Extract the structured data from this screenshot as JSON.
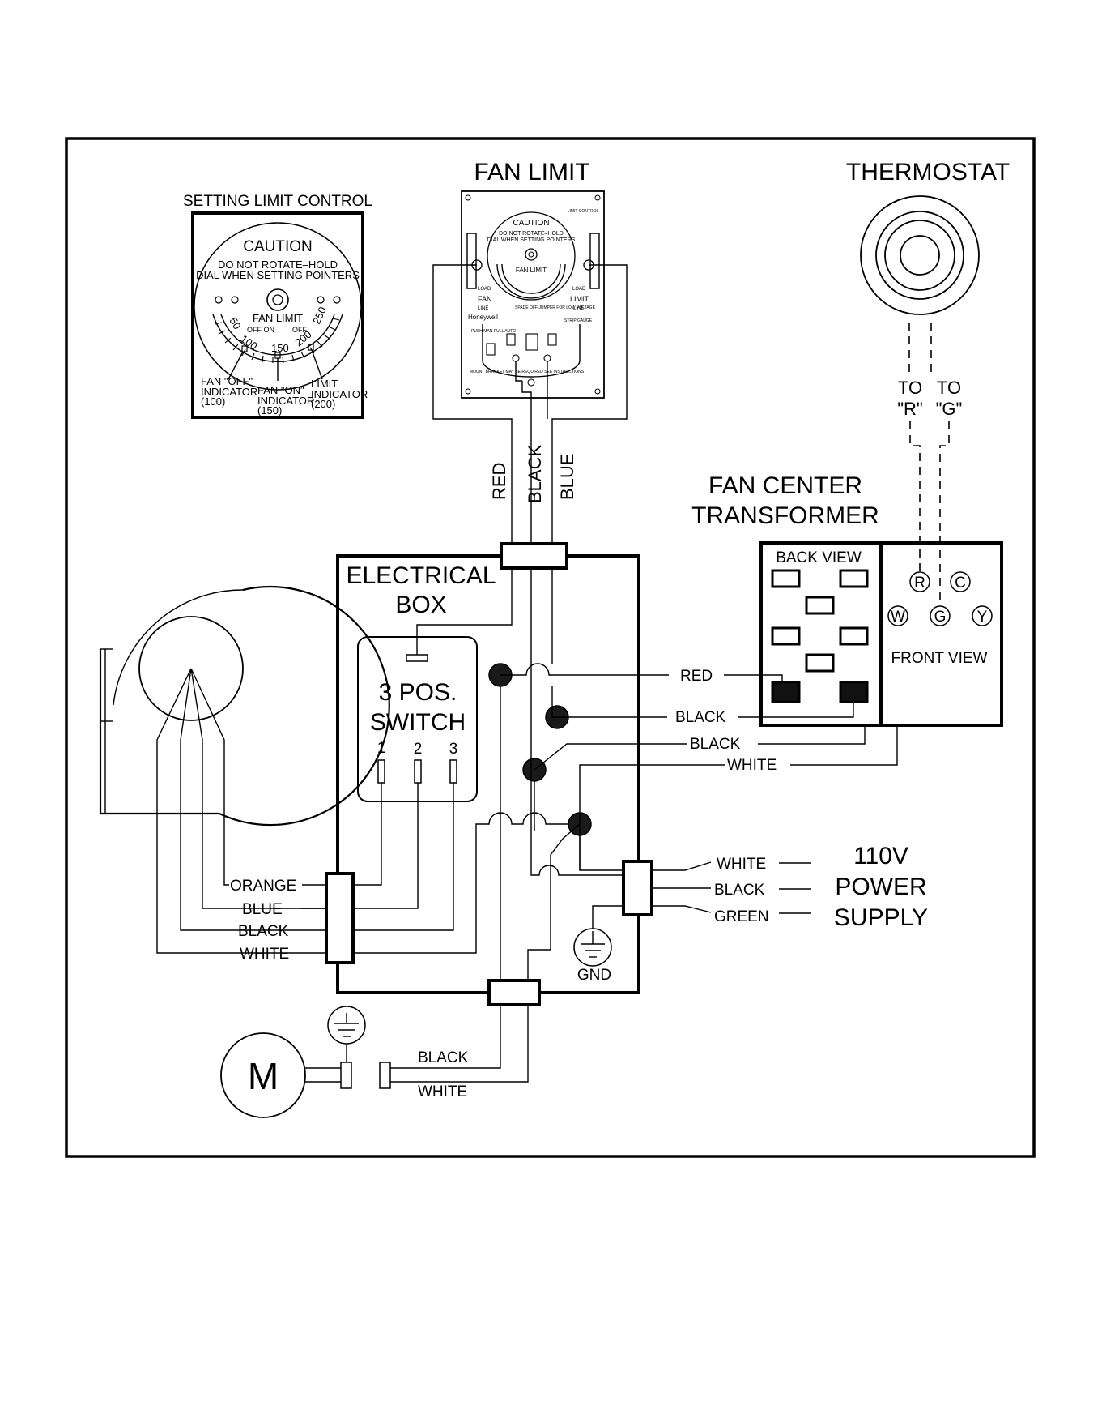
{
  "fan_limit": {
    "title": "FAN LIMIT",
    "caution": "CAUTION",
    "line1": "DO NOT ROTATE–HOLD",
    "line2": "DIAL WHEN SETTING POINTERS",
    "limit_control": "LIMIT CONTROL",
    "load_left": "LOAD",
    "fan": "FAN",
    "line_left": "LINE",
    "load_right": "LOAD",
    "limit": "LIMIT",
    "line_right": "LINE",
    "brand": "Honeywell",
    "spade_note": "SPADE OFF JUMPER FOR LOW VOLTAGE",
    "strip_gauge": "STRIP GAUGE",
    "push_pull": "PUSH MAN PULL AUTO",
    "mount_note": "MOUNT BRACKET MAY BE REQUIRED SEE INSTRUCTIONS"
  },
  "setting_limit": {
    "title": "SETTING LIMIT CONTROL",
    "caution": "CAUTION",
    "line1": "DO NOT ROTATE–HOLD",
    "line2": "DIAL WHEN SETTING POINTERS",
    "fan_limit": "FAN LIMIT",
    "off_on": "OFF ON",
    "off": "OFF",
    "ticks": [
      "50",
      "100",
      "150",
      "200",
      "250"
    ],
    "fan_off_1": "FAN \"OFF\"",
    "fan_off_2": "INDICATOR",
    "fan_off_3": "(100)",
    "fan_on_1": "FAN \"ON\"",
    "fan_on_2": "INDICATOR",
    "fan_on_3": "(150)",
    "limit_1": "LIMIT",
    "limit_2": "INDICATOR",
    "limit_3": "(200)"
  },
  "thermostat": {
    "title": "THERMOSTAT",
    "to_r_1": "TO",
    "to_r_2": "\"R\"",
    "to_g_1": "TO",
    "to_g_2": "\"G\""
  },
  "fan_center": {
    "title_1": "FAN CENTER",
    "title_2": "TRANSFORMER",
    "back_view": "BACK VIEW",
    "front_view": "FRONT VIEW",
    "terminals": [
      "R",
      "C",
      "W",
      "G",
      "Y"
    ]
  },
  "electrical_box": {
    "title_1": "ELECTRICAL",
    "title_2": "BOX"
  },
  "switch": {
    "title_1": "3 POS.",
    "title_2": "SWITCH",
    "positions": [
      "1",
      "2",
      "3"
    ]
  },
  "wires": {
    "red_vertical": "RED",
    "black_vertical": "BLACK",
    "blue_vertical": "BLUE",
    "transformer_red": "RED",
    "transformer_black_1": "BLACK",
    "transformer_black_2": "BLACK",
    "transformer_white": "WHITE",
    "power_white": "WHITE",
    "power_black": "BLACK",
    "power_green": "GREEN",
    "blower_orange": "ORANGE",
    "blower_blue": "BLUE",
    "blower_black": "BLACK",
    "blower_white": "WHITE",
    "motor_black": "BLACK",
    "motor_white": "WHITE"
  },
  "power": {
    "line1": "110V",
    "line2": "POWER",
    "line3": "SUPPLY"
  },
  "gnd": "GND",
  "motor": "M"
}
